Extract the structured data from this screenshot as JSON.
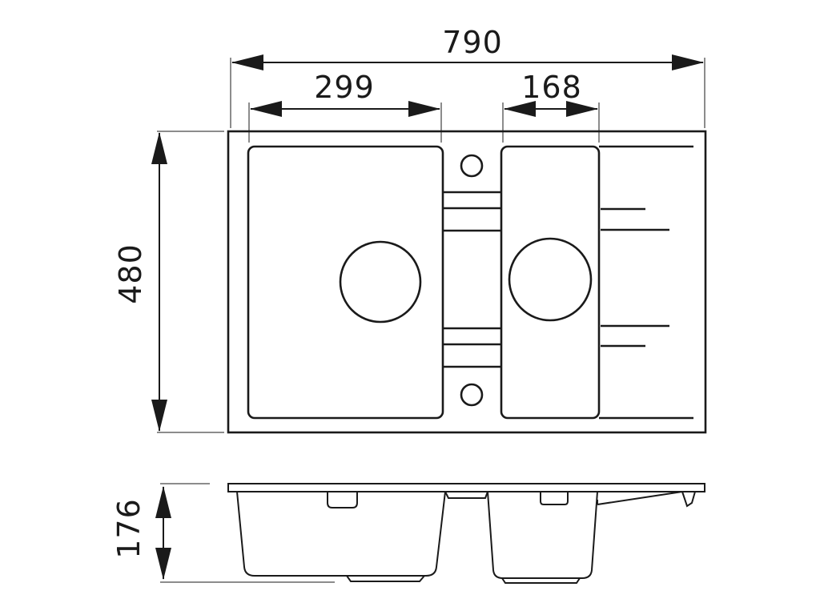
{
  "dimensions": {
    "overall_width": "790",
    "bowl_left_width": "299",
    "bowl_right_width": "168",
    "depth": "480",
    "height": "176"
  },
  "colors": {
    "stroke": "#1a1a1a",
    "background": "#ffffff"
  }
}
